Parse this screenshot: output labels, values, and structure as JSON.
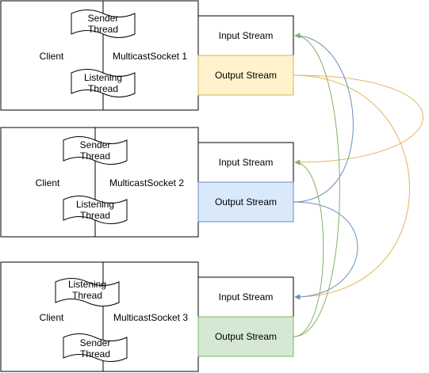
{
  "groups": [
    {
      "client_label": "Client",
      "socket_label": "MulticastSocket 1",
      "top_thread": [
        "Sender",
        "Thread"
      ],
      "bottom_thread": [
        "Listening",
        "Thread"
      ],
      "input_stream_label": "Input Stream",
      "output_stream_label": "Output Stream",
      "output_fill": "#fff2cc",
      "output_stroke": "#d6b656"
    },
    {
      "client_label": "Client",
      "socket_label": "MulticastSocket 2",
      "top_thread": [
        "Sender",
        "Thread"
      ],
      "bottom_thread": [
        "Listening",
        "Thread"
      ],
      "input_stream_label": "Input Stream",
      "output_stream_label": "Output Stream",
      "output_fill": "#dae8fc",
      "output_stroke": "#6c8ebf"
    },
    {
      "client_label": "Client",
      "socket_label": "MulticastSocket 3",
      "top_thread": [
        "Listening",
        "Thread"
      ],
      "bottom_thread": [
        "Sender",
        "Thread"
      ],
      "input_stream_label": "Input Stream",
      "output_stream_label": "Output Stream",
      "output_fill": "#d5e8d4",
      "output_stroke": "#82b366"
    }
  ],
  "connectors": [
    {
      "from": "Output Stream 1",
      "to": "Input Stream 2",
      "color": "#e5b55c"
    },
    {
      "from": "Output Stream 1",
      "to": "Input Stream 3",
      "color": "#e5b55c"
    },
    {
      "from": "Output Stream 2",
      "to": "Input Stream 1",
      "color": "#6c8ebf"
    },
    {
      "from": "Output Stream 2",
      "to": "Input Stream 3",
      "color": "#6c8ebf"
    },
    {
      "from": "Output Stream 3",
      "to": "Input Stream 1",
      "color": "#82b366"
    },
    {
      "from": "Output Stream 3",
      "to": "Input Stream 2",
      "color": "#82b366"
    }
  ]
}
